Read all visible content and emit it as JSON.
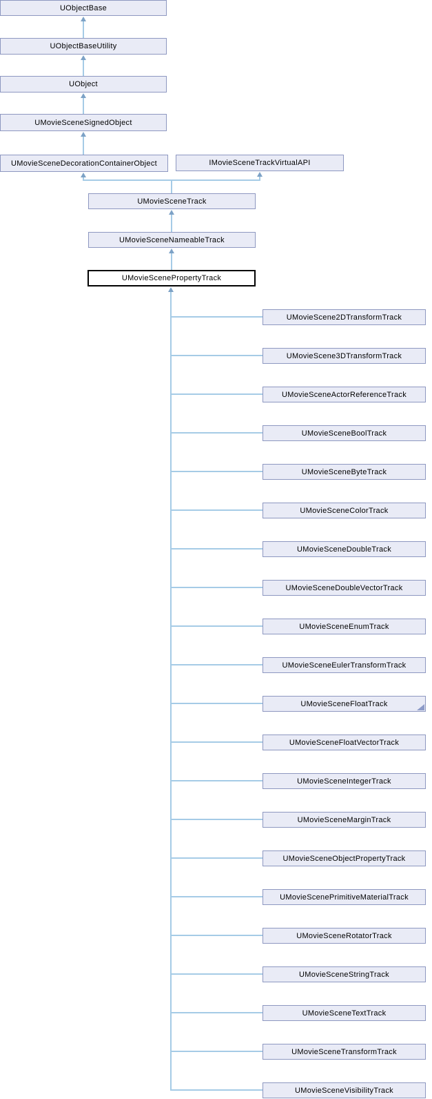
{
  "diagram": {
    "type": "class-inheritance-graph",
    "current_class": "UMovieScenePropertyTrack",
    "ancestors": [
      "UObjectBase",
      "UObjectBaseUtility",
      "UObject",
      "UMovieSceneSignedObject"
    ],
    "parents": [
      "UMovieSceneDecorationContainerObject",
      "IMovieSceneTrackVirtualAPI"
    ],
    "chain": [
      "UMovieSceneTrack",
      "UMovieSceneNameableTrack"
    ],
    "derived": [
      "UMovieScene2DTransformTrack",
      "UMovieScene3DTransformTrack",
      "UMovieSceneActorReferenceTrack",
      "UMovieSceneBoolTrack",
      "UMovieSceneByteTrack",
      "UMovieSceneColorTrack",
      "UMovieSceneDoubleTrack",
      "UMovieSceneDoubleVectorTrack",
      "UMovieSceneEnumTrack",
      "UMovieSceneEulerTransformTrack",
      "UMovieSceneFloatTrack",
      "UMovieSceneFloatVectorTrack",
      "UMovieSceneIntegerTrack",
      "UMovieSceneMarginTrack",
      "UMovieSceneObjectPropertyTrack",
      "UMovieScenePrimitiveMaterialTrack",
      "UMovieSceneRotatorTrack",
      "UMovieSceneStringTrack",
      "UMovieSceneTextTrack",
      "UMovieSceneTransformTrack",
      "UMovieSceneVisibilityTrack"
    ],
    "truncated_marker_class": "UMovieSceneFloatTrack",
    "colors": {
      "node_fill": "#e9ebf6",
      "node_border": "#8d97c0",
      "line": "#a5cbe6",
      "arrow": "#7da2c6",
      "highlight_fill": "#ffffff",
      "highlight_border": "#000000",
      "corner_marker": "#8d9bc8"
    }
  }
}
